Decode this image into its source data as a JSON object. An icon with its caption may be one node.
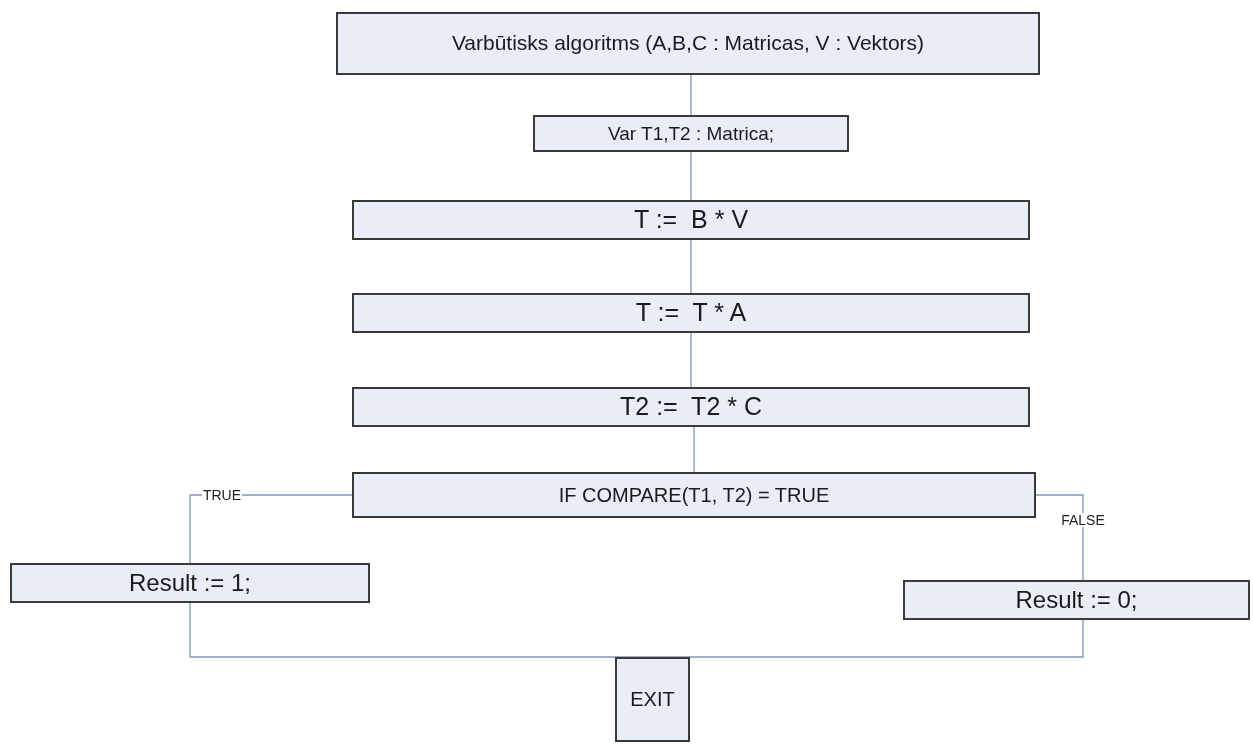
{
  "diagram": {
    "nodes": [
      {
        "text": [
          "Varbūtisks algoritms (A,B,C : Matricas, V : Vektors)"
        ]
      },
      {
        "text": [
          "Var T1,T2 : Matrica;"
        ]
      },
      {
        "text": [
          "T :=  B * V"
        ]
      },
      {
        "text": [
          "T :=  T * A"
        ]
      },
      {
        "text": [
          "T2 :=  T2 * C"
        ]
      },
      {
        "text": [
          "IF COMPARE(T1, T2) = TRUE"
        ]
      },
      {
        "text": [
          "Result := 1;"
        ]
      },
      {
        "text": [
          "Result := 0;"
        ]
      },
      {
        "text": [
          "EXIT"
        ]
      }
    ],
    "edges": [
      {
        "from": 0,
        "to": 1,
        "arrow": "none"
      },
      {
        "from": 1,
        "to": 2,
        "arrow": "none"
      },
      {
        "from": 2,
        "to": 3,
        "arrow": "none"
      },
      {
        "from": 3,
        "to": 4,
        "arrow": "none"
      },
      {
        "from": 4,
        "to": 5,
        "arrow": "none"
      },
      {
        "from": 5,
        "to": 6,
        "arrow": "none",
        "label": "TRUE"
      },
      {
        "from": 5,
        "to": 7,
        "arrow": "none",
        "label": "FALSE"
      },
      {
        "from": 6,
        "to": 8,
        "arrow": "none"
      },
      {
        "from": 7,
        "to": 8,
        "arrow": "none"
      }
    ]
  }
}
